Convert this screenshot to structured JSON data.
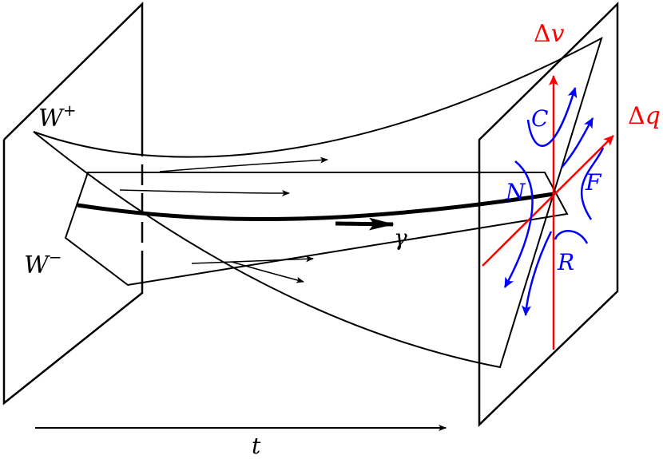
{
  "labels": {
    "w_plus_base": "W",
    "w_plus_sup": "+",
    "w_minus_base": "W",
    "w_minus_sup": "−",
    "gamma": "γ",
    "t": "t",
    "delta_v_sym": "Δ",
    "delta_v_var": "v",
    "delta_q_sym": "Δ",
    "delta_q_var": "q",
    "c": "C",
    "n": "N",
    "f": "F",
    "r": "R"
  },
  "colors": {
    "ink": "#000000",
    "axis_red": "#ff0000",
    "flow_blue": "#0000ff",
    "background": "#ffffff"
  }
}
